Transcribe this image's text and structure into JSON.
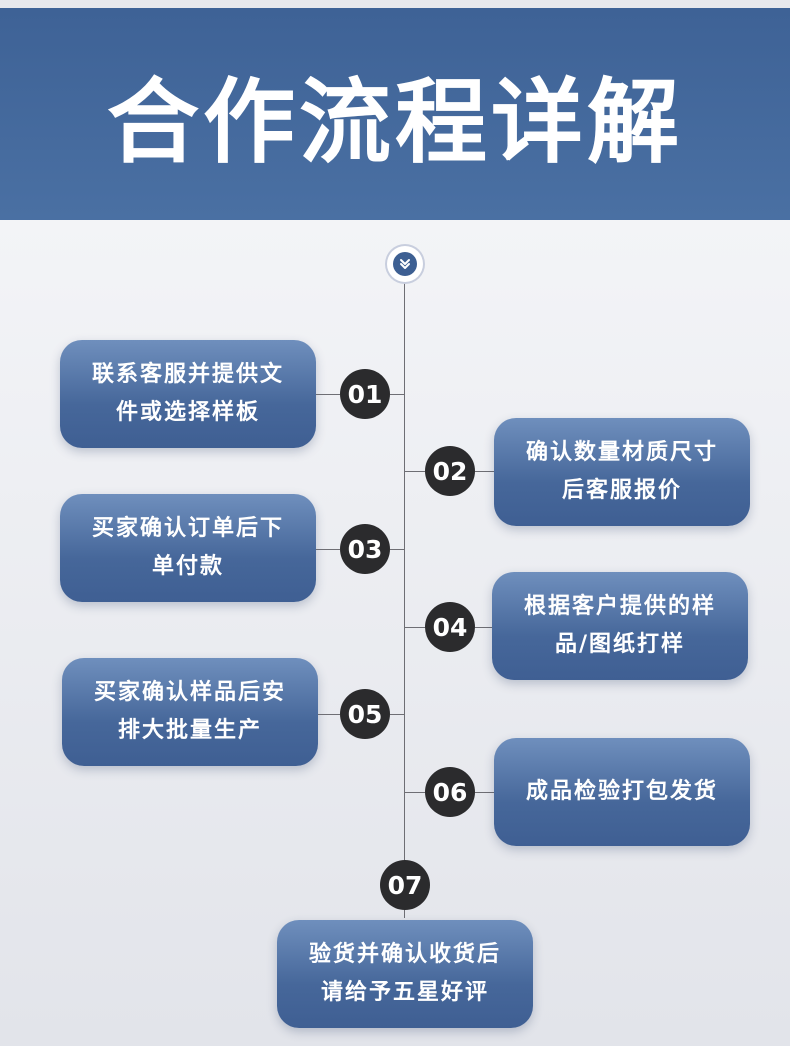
{
  "header": {
    "title": "合作流程详解"
  },
  "top_icon": "double-chevron-down-icon",
  "steps": [
    {
      "number": "01",
      "text": "联系客服并提供文\n件或选择样板"
    },
    {
      "number": "02",
      "text": "确认数量材质尺寸\n后客服报价"
    },
    {
      "number": "03",
      "text": "买家确认订单后下\n单付款"
    },
    {
      "number": "04",
      "text": "根据客户提供的样\n品/图纸打样"
    },
    {
      "number": "05",
      "text": "买家确认样品后安\n排大批量生产"
    },
    {
      "number": "06",
      "text": "成品检验打包发货"
    },
    {
      "number": "07",
      "text": "验货并确认收货后\n请给予五星好评"
    }
  ],
  "colors": {
    "header_bg": "#4a70a3",
    "card_bg": "#46679a",
    "badge_bg": "#2b2b2d",
    "page_bg": "#e7e8ec"
  }
}
